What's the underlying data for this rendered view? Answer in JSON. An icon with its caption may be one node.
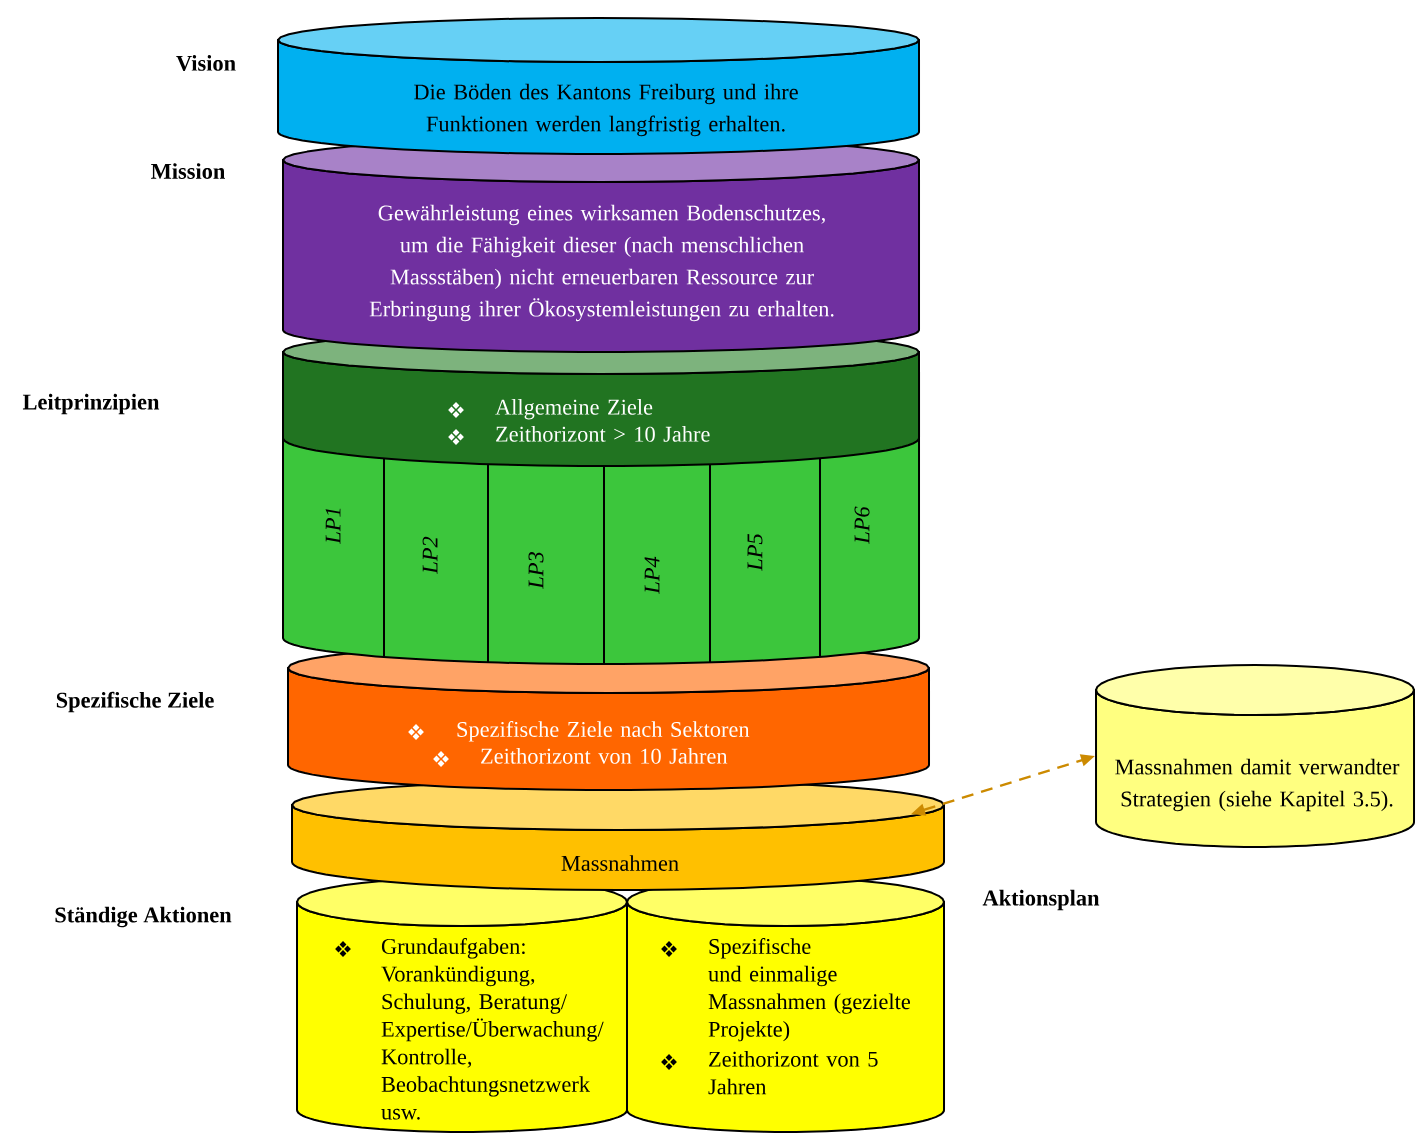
{
  "diagram": {
    "nodes": [
      {
        "text": [
          "Die Böden des Kantons Freiburg und ihre Funktionen werden langfristig erhalten."
        ],
        "beside": [
          "Vision"
        ]
      },
      {
        "text": [
          "Gewährleistung eines wirksamen Bodenschutzes, um die Fähigkeit dieser (nach menschlichen Massstäben) nicht erneuerbaren Ressource zur Erbringung ihrer Ökosystemleistungen zu erhalten."
        ],
        "beside": [
          "Mission"
        ]
      },
      {
        "text": [
          "Allgemeine Ziele",
          "Zeithorizont > 10 Jahre"
        ]
      },
      {
        "text": [
          "LP1"
        ],
        "in": 2
      },
      {
        "text": [
          "LP2"
        ],
        "in": 2
      },
      {
        "text": [
          "LP3"
        ],
        "in": 2
      },
      {
        "text": [
          "LP4"
        ],
        "in": 2
      },
      {
        "text": [
          "LP5"
        ],
        "in": 2
      },
      {
        "text": [
          "LP6"
        ],
        "in": 2
      },
      {
        "text": [
          "Spezifische Ziele nach Sektoren",
          "Zeithorizont von 10 Jahren"
        ],
        "beside": [
          "Spezifische Ziele"
        ]
      },
      {
        "text": [
          "Massnahmen"
        ]
      },
      {
        "text": [
          "Grundaufgaben: Vorankündigung, Schulung, Beratung/Expertise/Überwachung/Kontrolle, Beobachtungsnetzwerk usw."
        ],
        "beside": [
          "Ständige Aktionen"
        ]
      },
      {
        "text": [
          "Spezifische und einmalige Massnahmen (gezielte Projekte)",
          "Zeithorizont von 5 Jahren"
        ],
        "beside": [
          "Aktionsplan"
        ]
      },
      {
        "text": [
          "Massnahmen damit verwandter Strategien (siehe Kapitel 3.5)."
        ]
      }
    ],
    "edges": [
      {
        "from": 10,
        "to": 13,
        "arrow": "both",
        "style": "dashed",
        "color": "#cc8a00"
      }
    ],
    "labels": [
      "Leitprinzipien"
    ]
  }
}
